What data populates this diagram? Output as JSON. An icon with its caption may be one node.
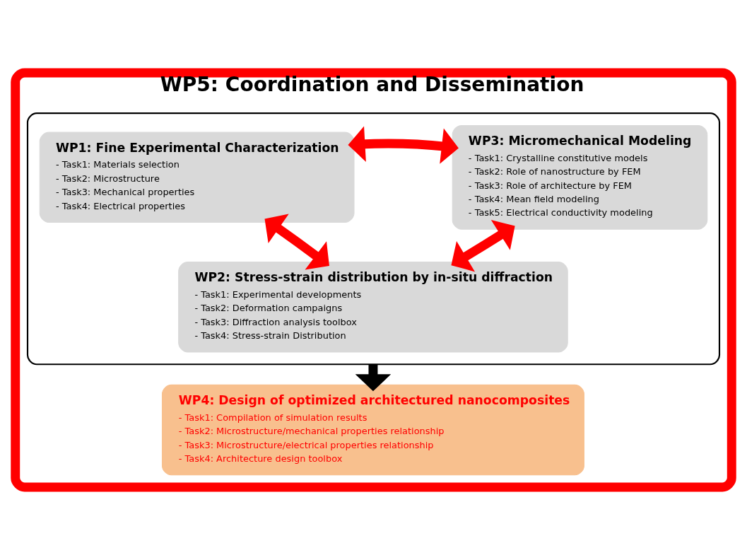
{
  "diagram": {
    "nodes": [
      {
        "text": [
          "WP5: Coordination and Dissemination"
        ]
      },
      {
        "text": [],
        "shape": "box",
        "in": 0
      },
      {
        "text": [
          "WP1: Fine Experimental Characterization",
          "- Task1: Materials selection",
          "- Task2: Microstructure",
          "- Task3: Mechanical properties",
          "- Task4: Electrical properties"
        ],
        "in": 1
      },
      {
        "text": [
          "WP3: Micromechanical Modeling",
          "- Task1: Crystalline constitutive models",
          "- Task2: Role of nanostructure by FEM",
          "- Task3: Role of architecture by FEM",
          "- Task4: Mean field modeling",
          "- Task5: Electrical conductivity modeling"
        ],
        "in": 1
      },
      {
        "text": [
          "WP2: Stress-strain distribution by in-situ diffraction",
          "- Task1: Experimental developments",
          "- Task2: Deformation campaigns",
          "- Task3: Diffraction analysis toolbox",
          "- Task4: Stress-strain Distribution"
        ],
        "in": 1
      },
      {
        "text": [
          "WP4: Design of optimized architectured nanocomposites",
          "- Task1: Compilation of simulation results",
          "- Task2: Microstructure/mechanical properties relationship",
          "- Task3: Microstructure/electrical properties relationship",
          "- Task4: Architecture design toolbox"
        ],
        "in": 0
      }
    ],
    "edges": [
      {
        "from": 2,
        "to": 3,
        "arrow": "both",
        "color": "#ff0000"
      },
      {
        "from": 2,
        "to": 4,
        "arrow": "both",
        "color": "#ff0000"
      },
      {
        "from": 4,
        "to": 3,
        "arrow": "both",
        "color": "#ff0000"
      },
      {
        "from": 1,
        "to": 5,
        "arrow": "to",
        "color": "#000000"
      }
    ]
  }
}
